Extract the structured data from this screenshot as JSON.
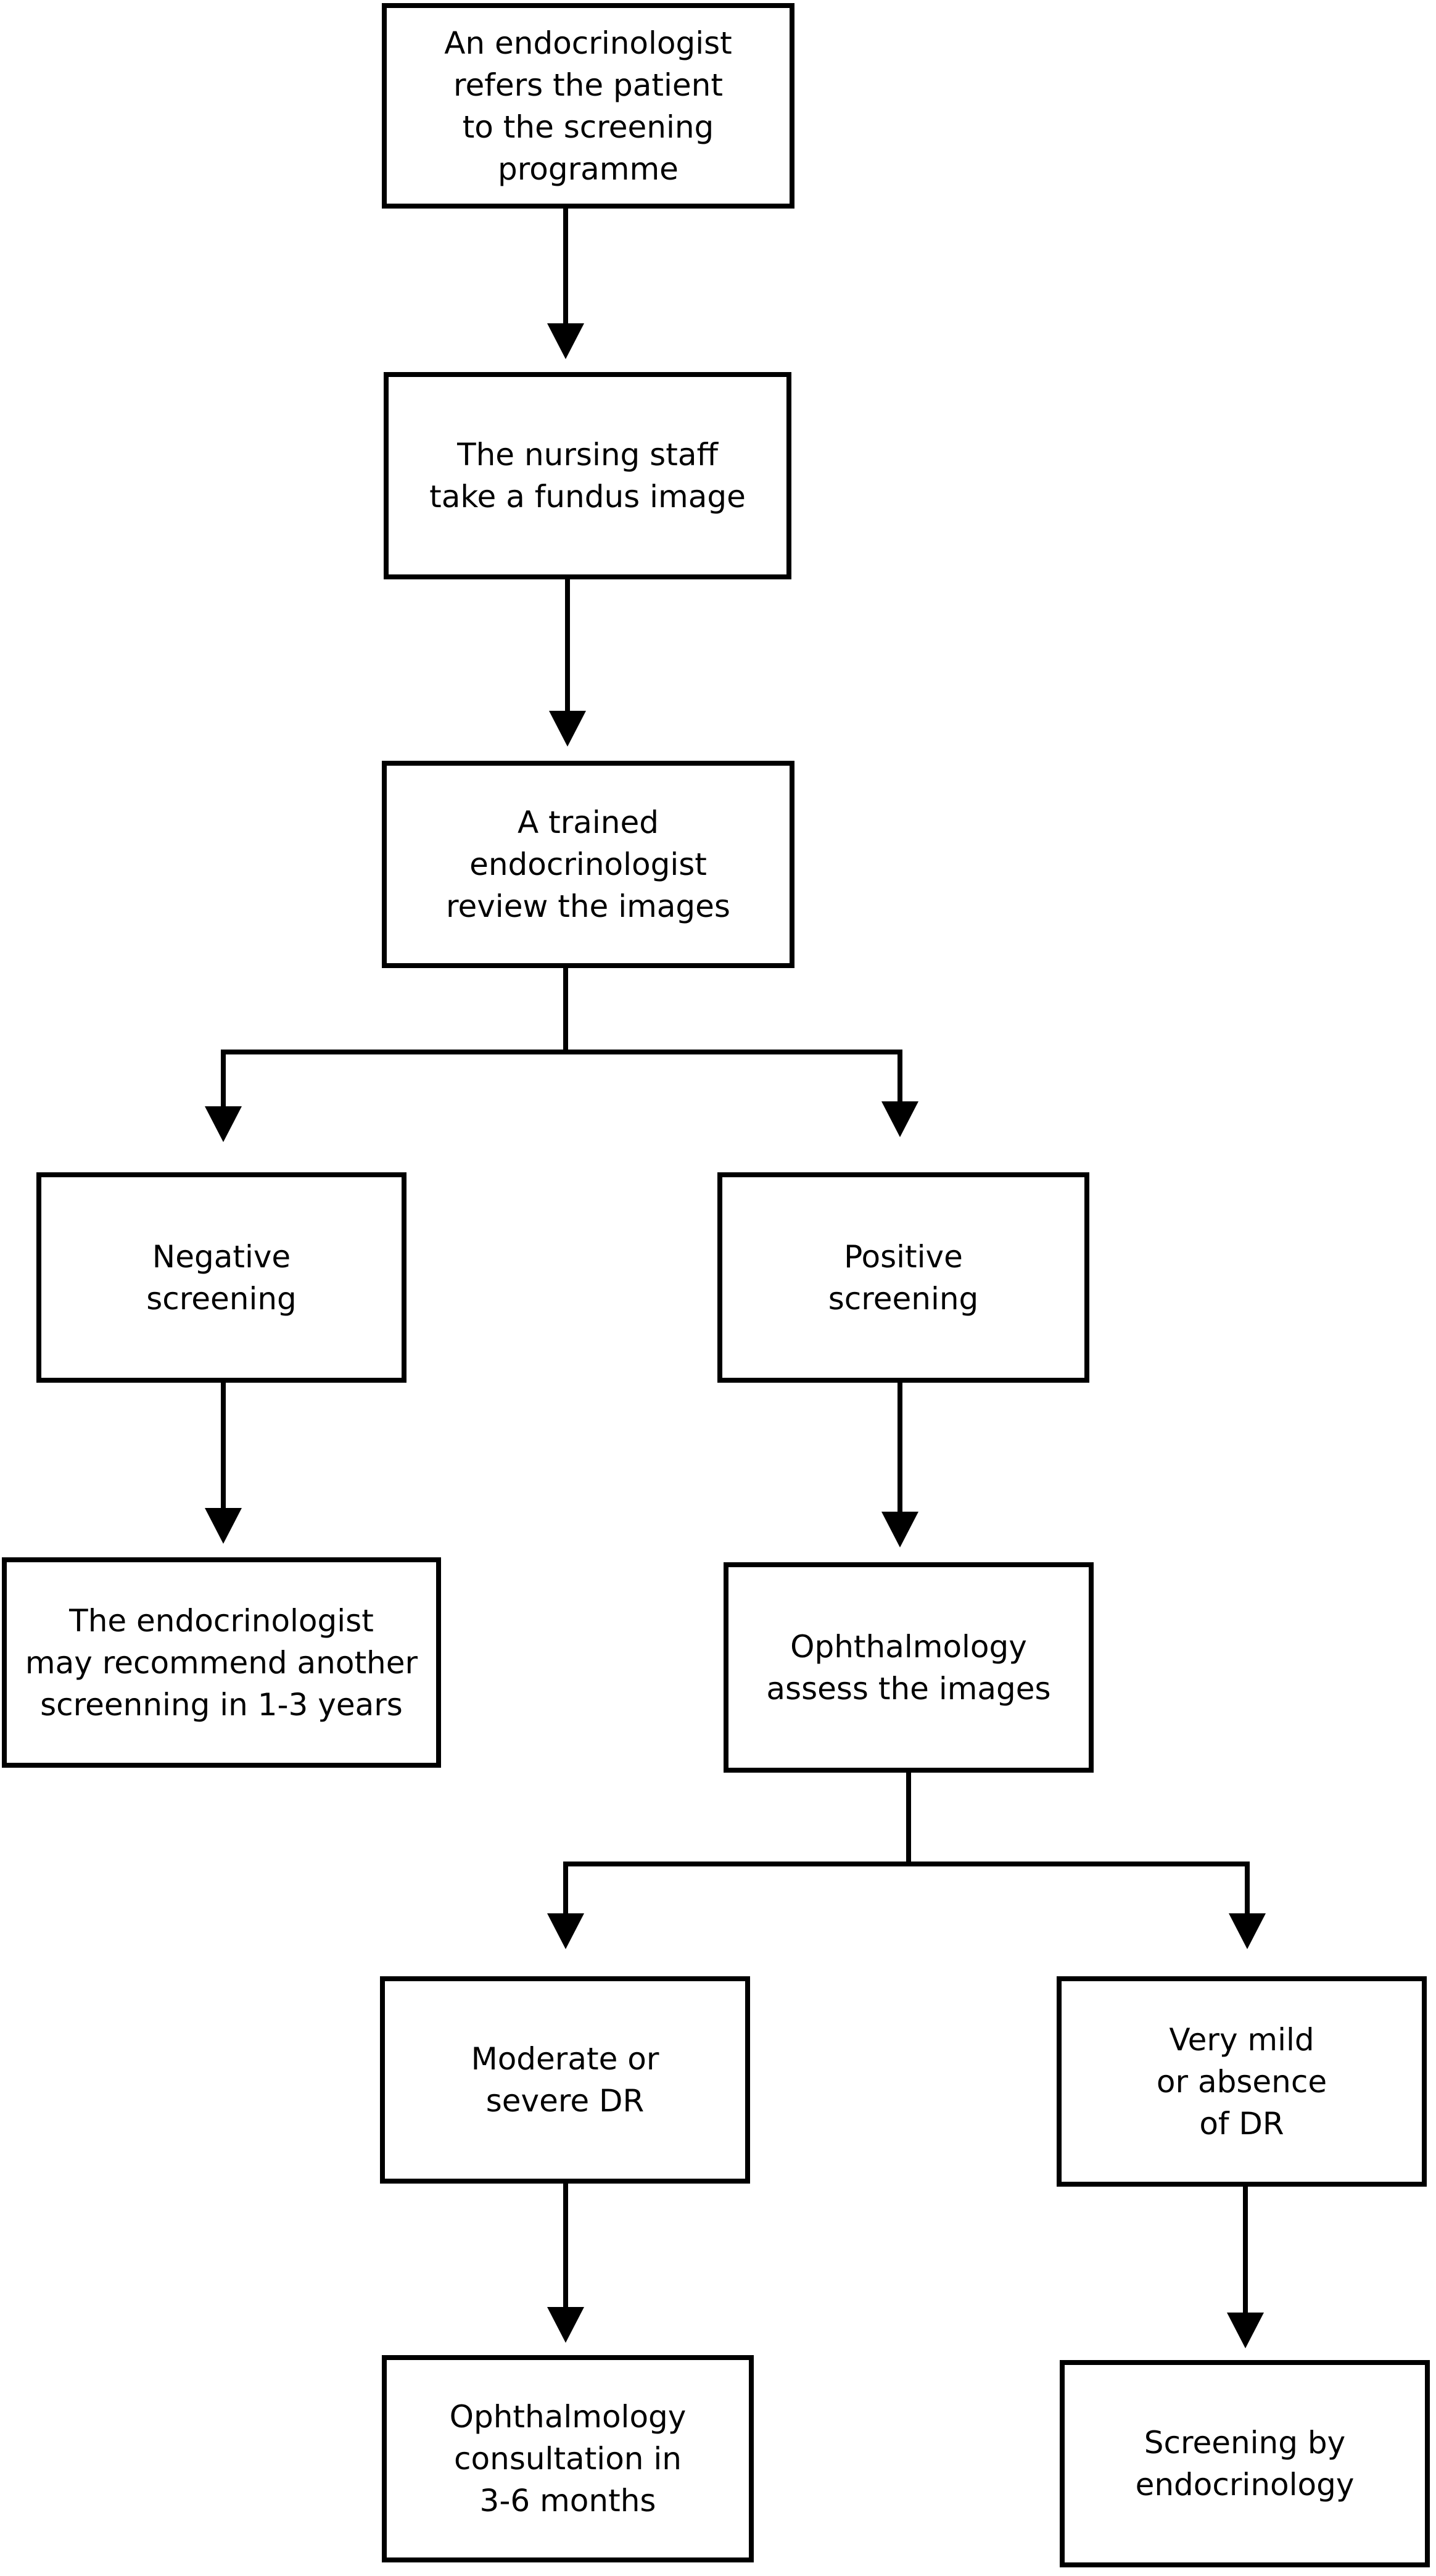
{
  "colors": {
    "stroke": "#000000",
    "background": "#ffffff",
    "text": "#000000"
  },
  "nodes": [
    {
      "id": "referral",
      "label": "An endocrinologist\nrefers the patient\nto the screening\nprogramme"
    },
    {
      "id": "fundus-image",
      "label": "The nursing staff\ntake a fundus image"
    },
    {
      "id": "review",
      "label": "A trained\nendocrinologist\nreview the images"
    },
    {
      "id": "negative",
      "label": "Negative\nscreening"
    },
    {
      "id": "positive",
      "label": "Positive\nscreening"
    },
    {
      "id": "rescreen",
      "label": "The endocrinologist\nmay recommend another\nscreenning in 1-3 years"
    },
    {
      "id": "ophthalmology-assess",
      "label": "Ophthalmology\nassess the images"
    },
    {
      "id": "moderate-severe",
      "label": "Moderate or\nsevere DR"
    },
    {
      "id": "very-mild",
      "label": "Very mild\nor absence\nof DR"
    },
    {
      "id": "ophthalmology-consult",
      "label": "Ophthalmology\nconsultation in\n3-6 months"
    },
    {
      "id": "endocrinology-screening",
      "label": "Screening by\nendocrinology"
    }
  ],
  "edges": [
    {
      "from": "referral",
      "to": "fundus-image"
    },
    {
      "from": "fundus-image",
      "to": "review"
    },
    {
      "from": "review",
      "to": "negative"
    },
    {
      "from": "review",
      "to": "positive"
    },
    {
      "from": "negative",
      "to": "rescreen"
    },
    {
      "from": "positive",
      "to": "ophthalmology-assess"
    },
    {
      "from": "ophthalmology-assess",
      "to": "moderate-severe"
    },
    {
      "from": "ophthalmology-assess",
      "to": "very-mild"
    },
    {
      "from": "moderate-severe",
      "to": "ophthalmology-consult"
    },
    {
      "from": "very-mild",
      "to": "endocrinology-screening"
    }
  ]
}
